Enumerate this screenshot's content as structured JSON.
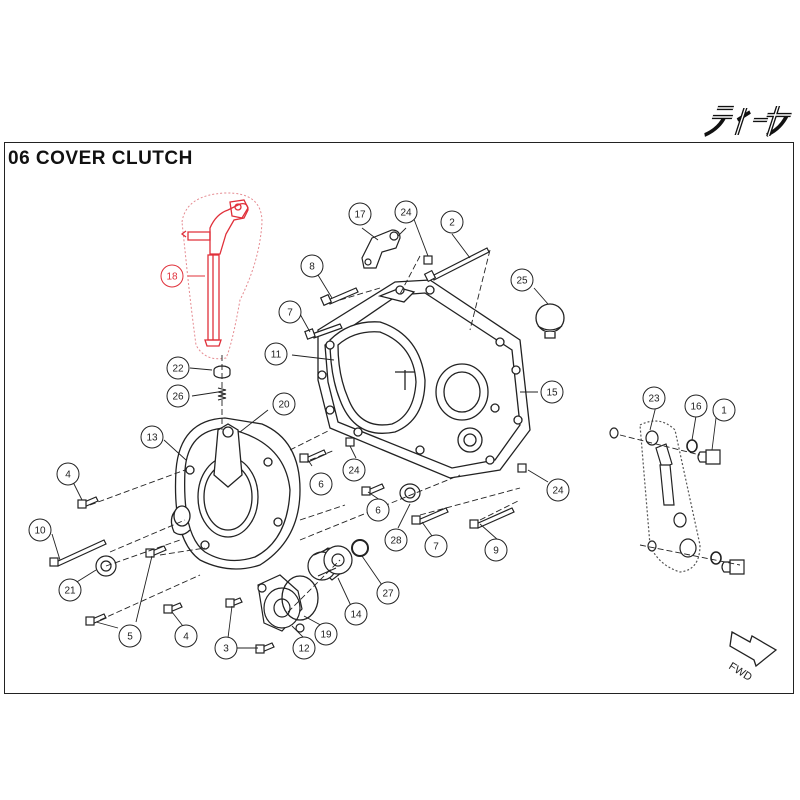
{
  "title": "06 COVER CLUTCH",
  "brand_logo": "デイトナ",
  "direction_label": "FWD",
  "highlight_color": "#e0303a",
  "callouts": [
    {
      "id": "c18",
      "label": "18",
      "highlight": true
    },
    {
      "id": "c22",
      "label": "22"
    },
    {
      "id": "c26",
      "label": "26"
    },
    {
      "id": "c20",
      "label": "20"
    },
    {
      "id": "c13",
      "label": "13"
    },
    {
      "id": "c4a",
      "label": "4"
    },
    {
      "id": "c10",
      "label": "10"
    },
    {
      "id": "c21",
      "label": "21"
    },
    {
      "id": "c5",
      "label": "5"
    },
    {
      "id": "c4b",
      "label": "4"
    },
    {
      "id": "c3",
      "label": "3"
    },
    {
      "id": "c12",
      "label": "12"
    },
    {
      "id": "c19",
      "label": "19"
    },
    {
      "id": "c14",
      "label": "14"
    },
    {
      "id": "c27",
      "label": "27"
    },
    {
      "id": "c17",
      "label": "17"
    },
    {
      "id": "c24a",
      "label": "24"
    },
    {
      "id": "c2",
      "label": "2"
    },
    {
      "id": "c8",
      "label": "8"
    },
    {
      "id": "c25",
      "label": "25"
    },
    {
      "id": "c7a",
      "label": "7"
    },
    {
      "id": "c11",
      "label": "11"
    },
    {
      "id": "c15",
      "label": "15"
    },
    {
      "id": "c6a",
      "label": "6"
    },
    {
      "id": "c24b",
      "label": "24"
    },
    {
      "id": "c6b",
      "label": "6"
    },
    {
      "id": "c28",
      "label": "28"
    },
    {
      "id": "c7b",
      "label": "7"
    },
    {
      "id": "c9",
      "label": "9"
    },
    {
      "id": "c24c",
      "label": "24"
    },
    {
      "id": "c23",
      "label": "23"
    },
    {
      "id": "c16",
      "label": "16"
    },
    {
      "id": "c1",
      "label": "1"
    }
  ]
}
